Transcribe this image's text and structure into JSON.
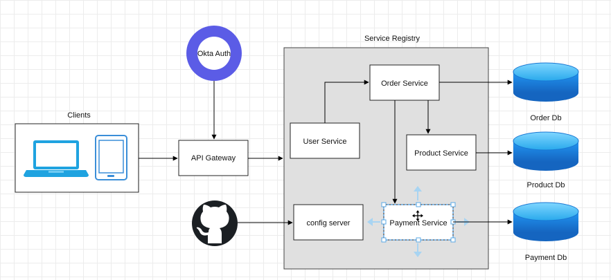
{
  "diagram": {
    "registry_label": "Service Registry",
    "clients_label": "Clients",
    "okta_label": "Okta Auth",
    "api_gateway_label": "API Gateway",
    "user_service_label": "User Service",
    "order_service_label": "Order Service",
    "product_service_label": "Product Service",
    "payment_service_label": "Payment Service",
    "config_server_label": "config server",
    "order_db_label": "Order Db",
    "product_db_label": "Product Db",
    "payment_db_label": "Payment Db"
  },
  "colors": {
    "okta_ring": "#5b5ce6",
    "db_fill": "#1e88e5",
    "db_top": "#4fc3f7",
    "laptop": "#1fa3e0",
    "registry_bg": "#e0e0e0",
    "github": "#1b1f23",
    "selection_handles": "#a8d4f2"
  },
  "icons": {
    "laptop": "laptop-icon",
    "tablet": "tablet-icon",
    "github": "github-icon",
    "database": "database-icon",
    "move": "move-icon"
  }
}
